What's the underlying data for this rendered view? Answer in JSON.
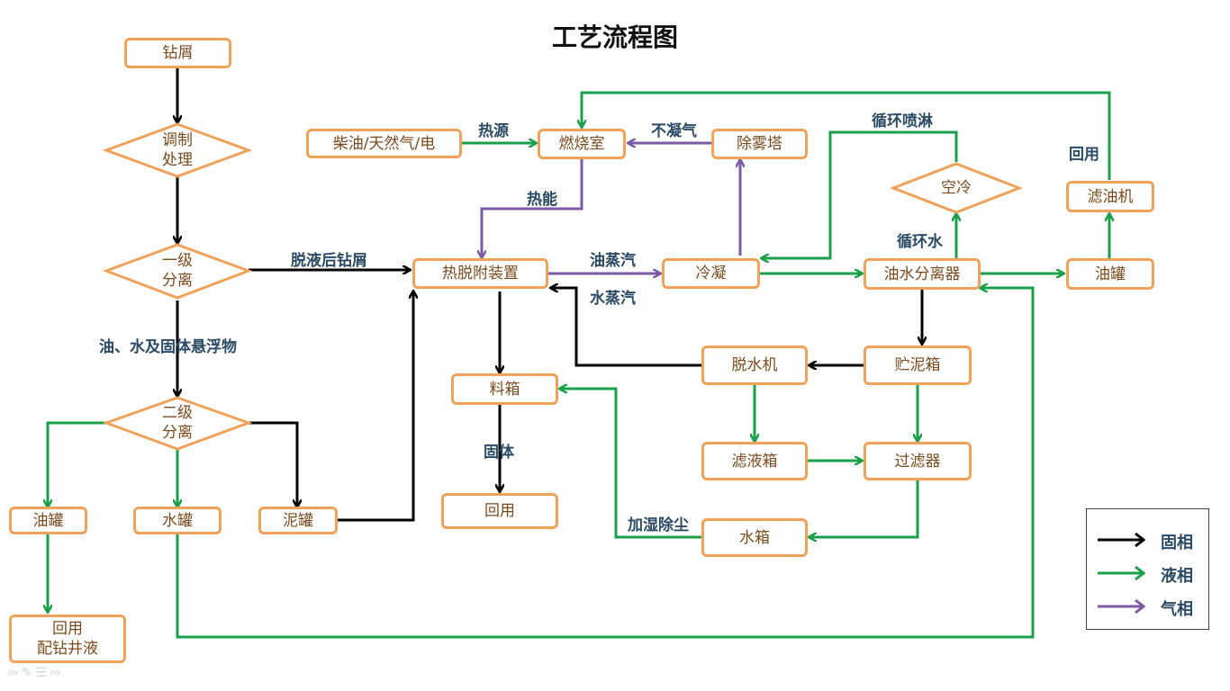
{
  "title": "工艺流程图",
  "colors": {
    "solid": "#000000",
    "liquid": "#1aa04a",
    "gas": "#7b5aa6",
    "box_border": "#f0a25a"
  },
  "nodes": {
    "drill_cuttings": "钻屑",
    "conditioning": "调制\n处理",
    "primary_separation": "一级\n分离",
    "secondary_separation": "二级\n分离",
    "oil_tank_left": "油罐",
    "water_tank": "水罐",
    "mud_tank": "泥罐",
    "reuse_drilling_fluid": "回用\n配钻井液",
    "fuel": "柴油/天然气/电",
    "combustion_chamber": "燃烧室",
    "demister": "除雾塔",
    "thermal_desorption": "热脱附装置",
    "condensation": "冷凝",
    "oil_water_separator": "油水分离器",
    "oil_tank_right": "油罐",
    "oil_filter": "滤油机",
    "air_cooler": "空冷",
    "material_box": "料箱",
    "reuse_solid": "回用",
    "dehydrator": "脱水机",
    "sludge_tank": "贮泥箱",
    "filtrate_box": "滤液箱",
    "filter": "过滤器",
    "water_box": "水箱"
  },
  "labels": {
    "after_deliquoring": "脱液后钻屑",
    "oil_water_solids": "油、水及固体悬浮物",
    "heat_source": "热源",
    "non_condensable": "不凝气",
    "thermal_energy": "热能",
    "oil_vapor": "油蒸汽",
    "water_vapor": "水蒸汽",
    "circulation_spray": "循环喷淋",
    "circulating_water": "循环水",
    "reuse_label": "回用",
    "solids": "固体",
    "humidify_dust": "加湿除尘"
  },
  "legend": [
    {
      "label": "固相",
      "color": "#000000",
      "icon": "black-arrow-icon"
    },
    {
      "label": "液相",
      "color": "#1aa04a",
      "icon": "green-arrow-icon"
    },
    {
      "label": "气相",
      "color": "#7b5aa6",
      "icon": "purple-arrow-icon"
    }
  ]
}
